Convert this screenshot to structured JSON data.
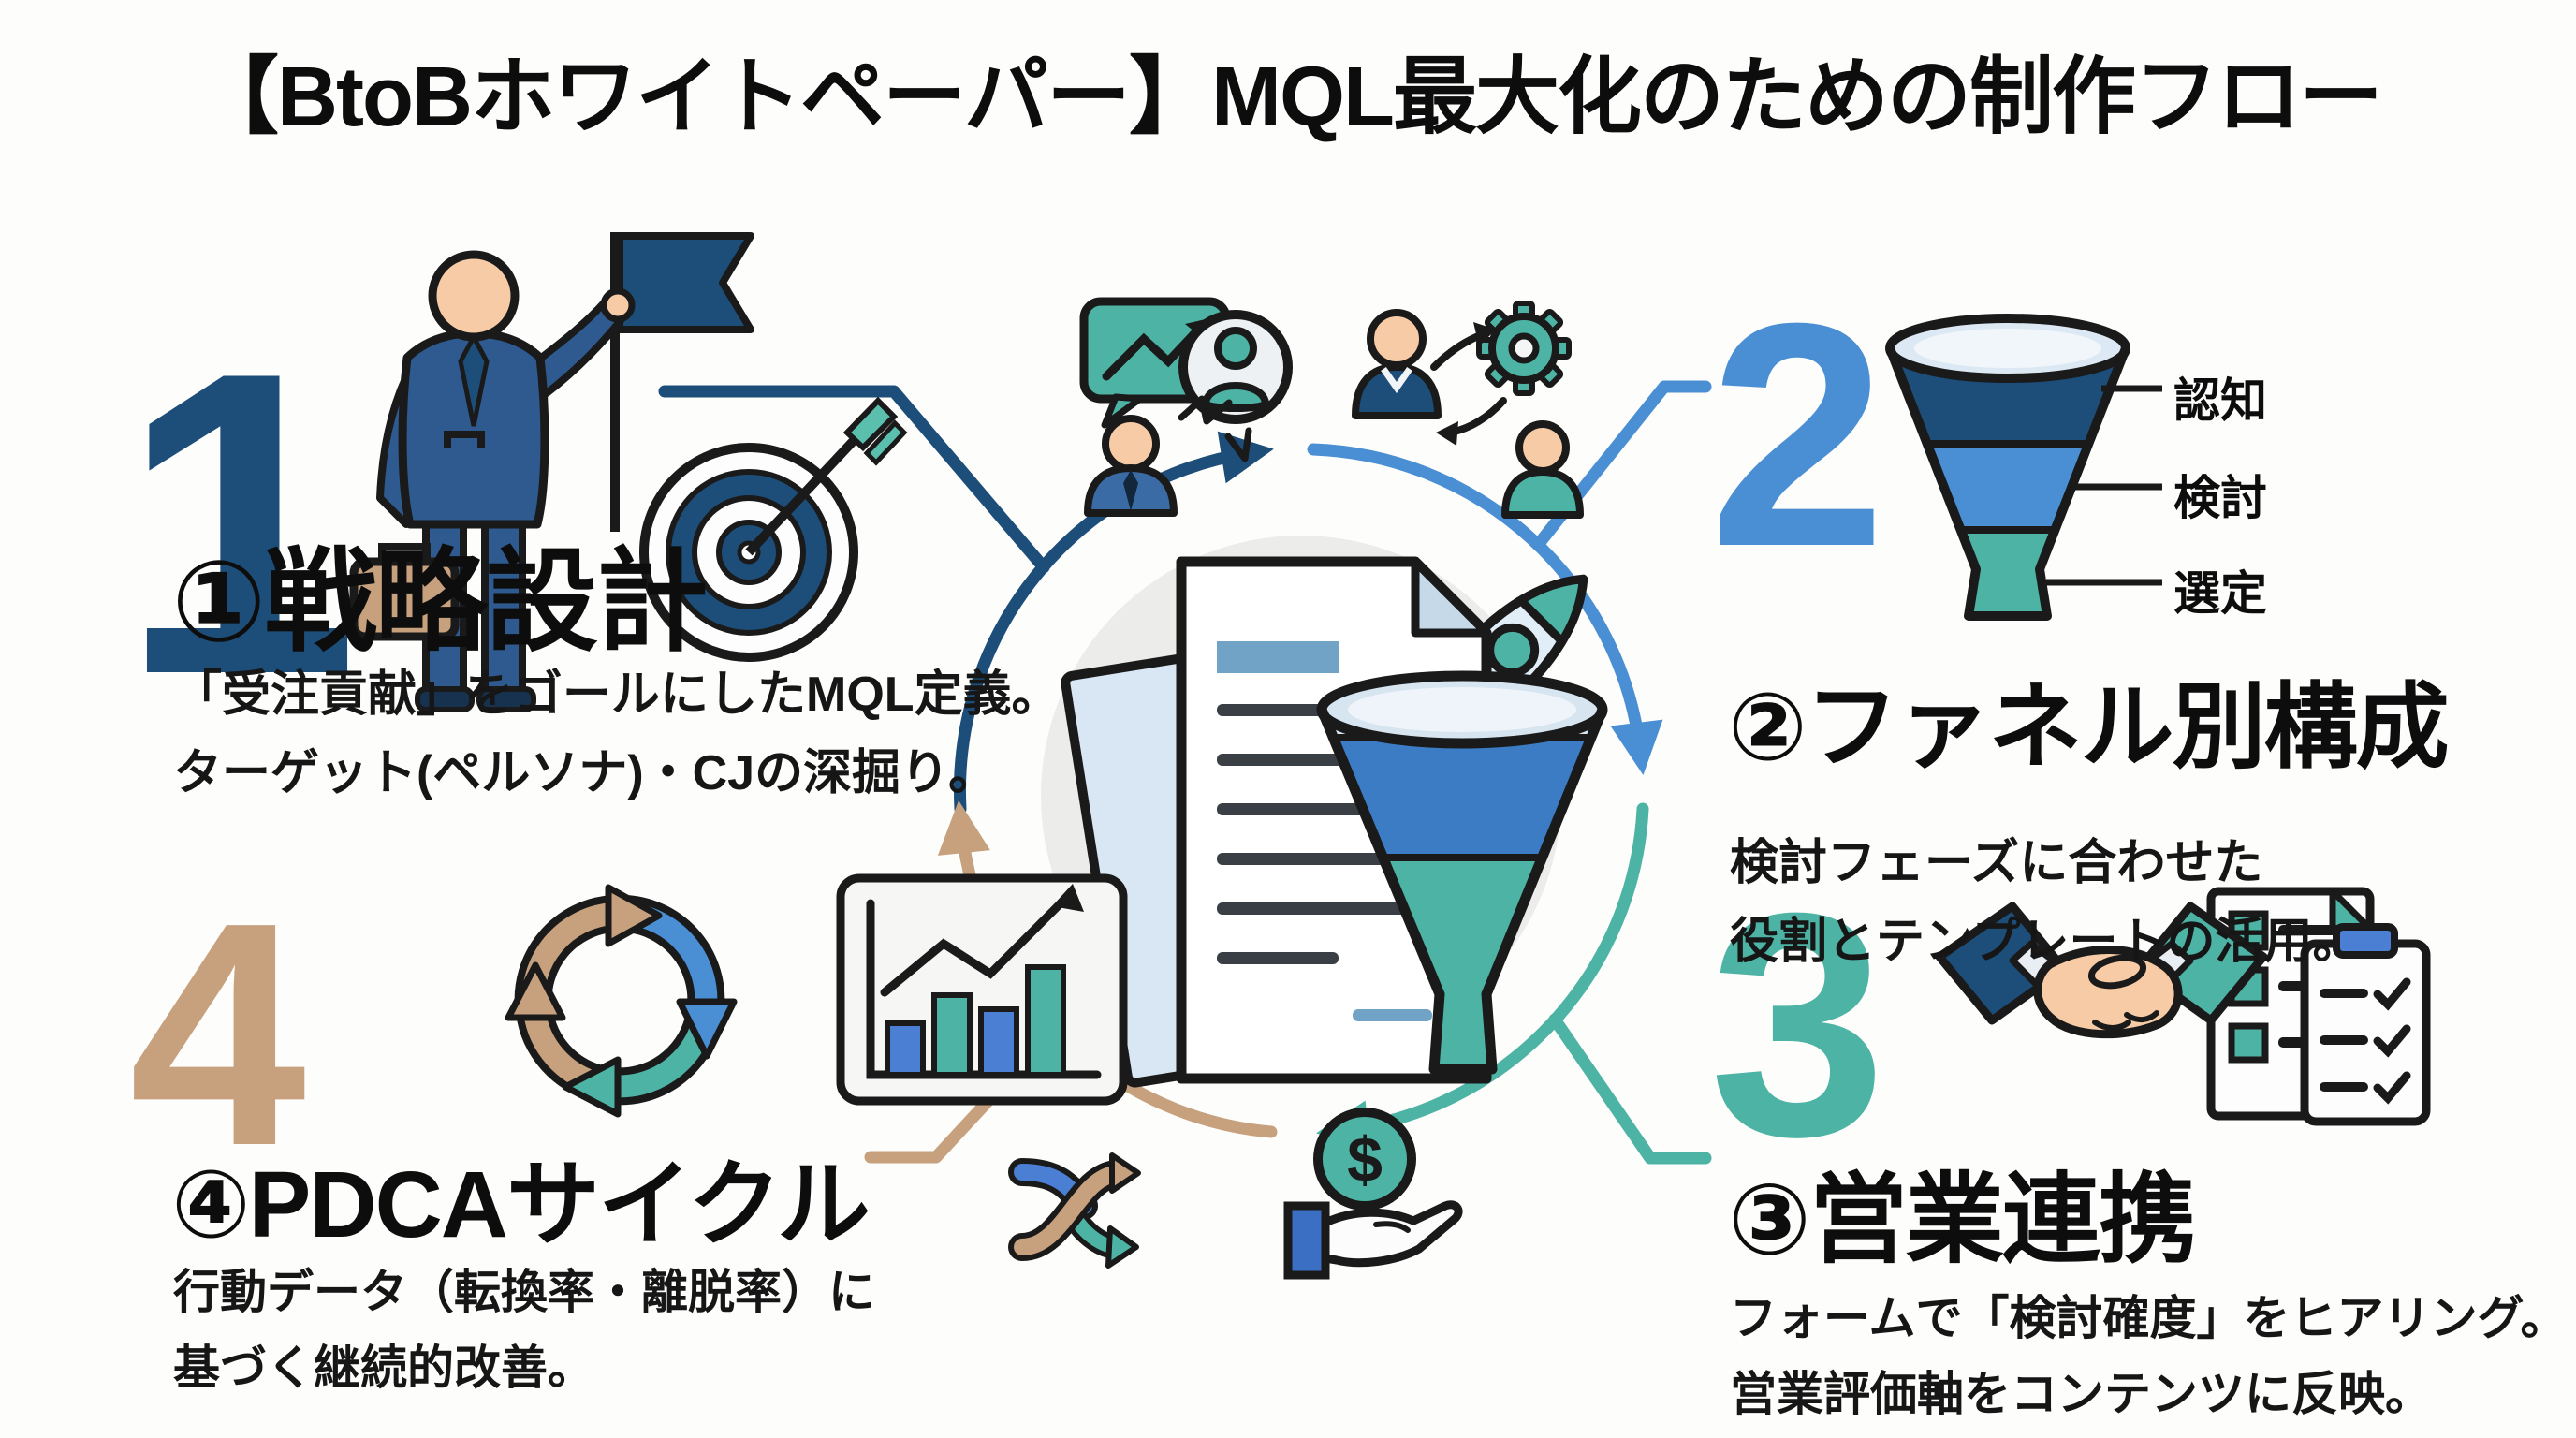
{
  "title": "【BtoBホワイトペーパー】MQL最大化のための制作フロー",
  "steps": [
    {
      "num": "1",
      "heading": "①戦略設計",
      "body": [
        "「受注貢献」をゴールにしたMQL定義。",
        "ターゲット(ペルソナ)・CJの深掘り。"
      ],
      "accent": "#1d4e79"
    },
    {
      "num": "2",
      "heading": "②ファネル別構成",
      "body": [
        "検討フェーズに合わせた",
        "役割とテンプレートの活用。"
      ],
      "accent": "#4a8fd3"
    },
    {
      "num": "3",
      "heading": "③営業連携",
      "body": [
        "フォームで「検討確度」をヒアリング。",
        "営業評価軸をコンテンツに反映。"
      ],
      "accent": "#4db3a4"
    },
    {
      "num": "4",
      "heading": "④PDCAサイクル",
      "body": [
        "行動データ（転換率・離脱率）に",
        "基づく継続的改善。"
      ],
      "accent": "#c7a17e"
    }
  ],
  "funnel_labels": [
    "認知",
    "検討",
    "選定"
  ],
  "icons": {
    "dollar_sign": "$",
    "names": [
      "businessman-flag-icon",
      "target-arrow-icon",
      "funnel-stages-icon",
      "handshake-icon",
      "checklist-icon",
      "pdca-cycle-arrows-icon",
      "bar-chart-growth-icon",
      "speech-bubble-trend-icon",
      "avatar-icon",
      "people-gear-exchange-icon",
      "shuffle-arrows-icon",
      "hand-coin-icon",
      "document-stack-icon",
      "rocket-icon",
      "center-funnel-icon"
    ]
  },
  "colors": {
    "navy": "#1d4e79",
    "blue": "#4a8fd3",
    "teal": "#4db3a4",
    "tan": "#c7a17e",
    "skin": "#f6cba6",
    "paper_blue": "#d9e6f3",
    "ring_inner_bg": "#ececea",
    "ink": "#111111",
    "background": "#fdfdfb"
  }
}
